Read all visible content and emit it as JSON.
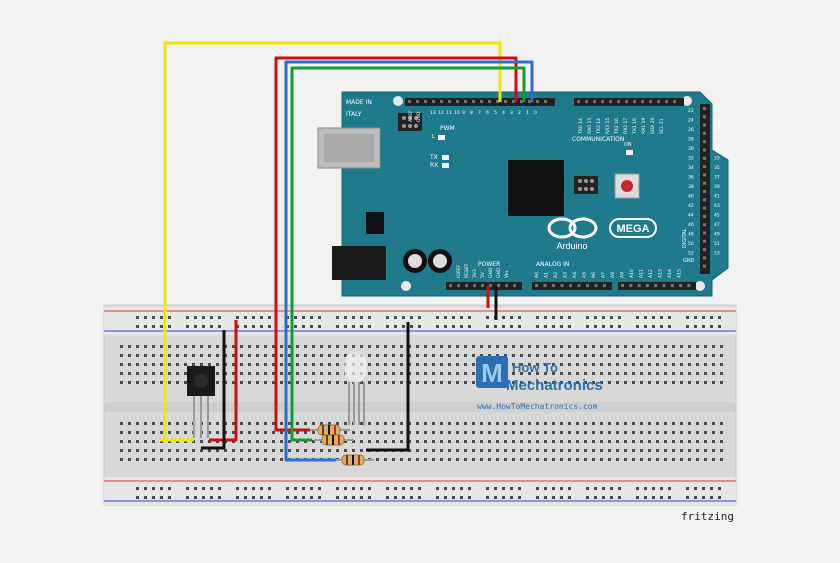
{
  "board": {
    "made_in_line1": "MADE IN",
    "made_in_line2": "ITALY",
    "aref": "AREF",
    "gnd": "GND",
    "pwm": "PWM",
    "led_l": "L",
    "tx": "TX",
    "rx": "RX",
    "on": "ON",
    "communication": "COMMUNICATION",
    "comm_pins": [
      "TX0 14",
      "RX0 15",
      "TX3 14",
      "RX3 15",
      "TX2 16",
      "RX2 17",
      "TX1 18",
      "RX1 19",
      "SDA 20",
      "SCL 21"
    ],
    "pwm_pins": [
      "13",
      "12",
      "11",
      "10",
      "9",
      "8",
      "7",
      "6",
      "5",
      "4",
      "3",
      "2",
      "1",
      "0"
    ],
    "right_header_pins": [
      "22",
      "23",
      "24",
      "25",
      "26",
      "27",
      "28",
      "29",
      "30",
      "31",
      "32",
      "33",
      "34",
      "35",
      "36",
      "37",
      "38",
      "39",
      "40",
      "41",
      "42",
      "43",
      "44",
      "45",
      "46",
      "47",
      "48",
      "49",
      "50",
      "51",
      "52",
      "53"
    ],
    "power": "POWER",
    "analog_in": "ANALOG IN",
    "power_pins": [
      "IOREF",
      "RESET",
      "3V3",
      "5V",
      "GND",
      "GND",
      "Vin"
    ],
    "analog_pins": [
      "A0",
      "A1",
      "A2",
      "A3",
      "A4",
      "A5",
      "A6",
      "A7",
      "A8",
      "A9",
      "A10",
      "A11",
      "A12",
      "A13",
      "A14",
      "A15"
    ],
    "brand": "Arduino",
    "model": "MEGA",
    "digital": "DIGITAL",
    "gnd_right": "GND"
  },
  "logo": {
    "mark": "M",
    "line1": "How To",
    "line2": "Mechatronics",
    "url": "www.HowToMechatronics.com"
  },
  "footer": {
    "tool": "fritzing"
  },
  "colors": {
    "board": "#1f7a8c",
    "wire_yellow": "#f2e600",
    "wire_red": "#cc1010",
    "wire_green": "#10a02a",
    "wire_blue": "#2a6fd1",
    "wire_black": "#111111",
    "breadboard": "#dcdcdc"
  }
}
